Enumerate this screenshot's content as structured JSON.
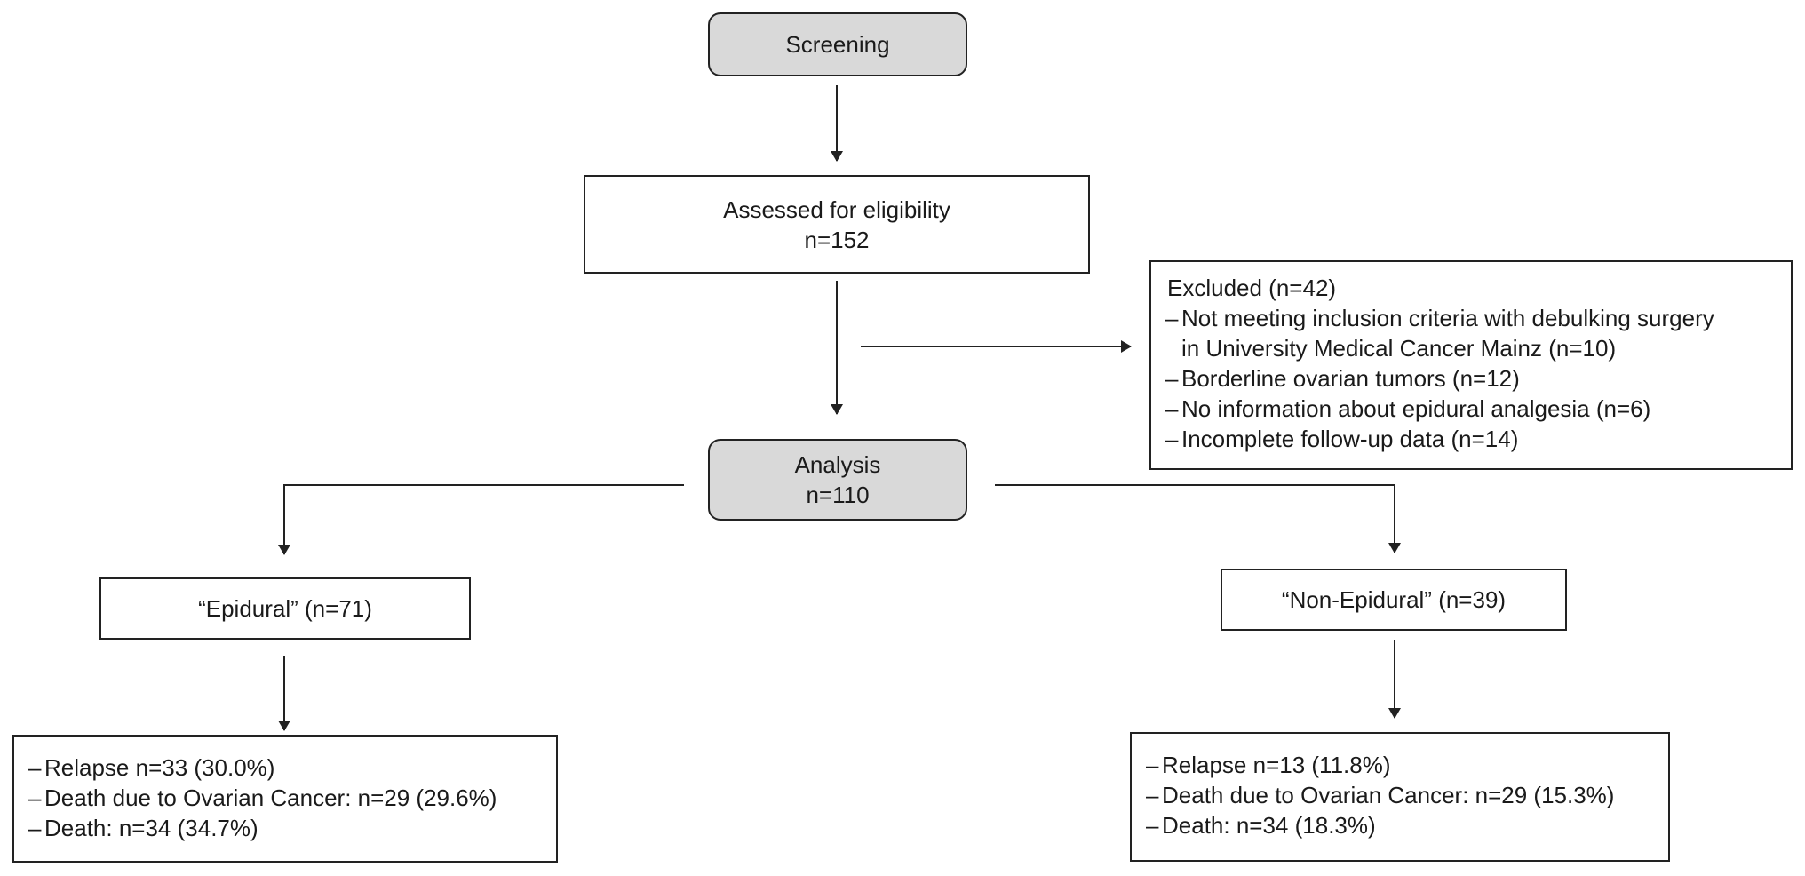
{
  "screening": {
    "label": "Screening"
  },
  "assessed": {
    "label": "Assessed for eligibility",
    "count": "n=152"
  },
  "excluded": {
    "title": "Excluded (n=42)",
    "items": [
      {
        "line1": "Not meeting inclusion criteria with debulking surgery",
        "line2": "in University Medical Cancer Mainz (n=10)"
      },
      {
        "line1": "Borderline ovarian tumors (n=12)"
      },
      {
        "line1": "No information about epidural analgesia (n=6)"
      },
      {
        "line1": "Incomplete follow-up data (n=14)"
      }
    ]
  },
  "analysis": {
    "label": "Analysis",
    "count": "n=110"
  },
  "epidural": {
    "label": "“Epidural” (n=71)",
    "outcomes": [
      "Relapse n=33 (30.0%)",
      "Death due to Ovarian Cancer: n=29 (29.6%)",
      "Death: n=34 (34.7%)"
    ]
  },
  "non_epidural": {
    "label": "“Non-Epidural” (n=39)",
    "outcomes": [
      "Relapse n=13 (11.8%)",
      "Death due to Ovarian Cancer: n=29 (15.3%)",
      "Death: n=34 (18.3%)"
    ]
  },
  "colors": {
    "rounded_fill": "#d9d9d9",
    "stroke": "#222222"
  },
  "bullet": "–"
}
